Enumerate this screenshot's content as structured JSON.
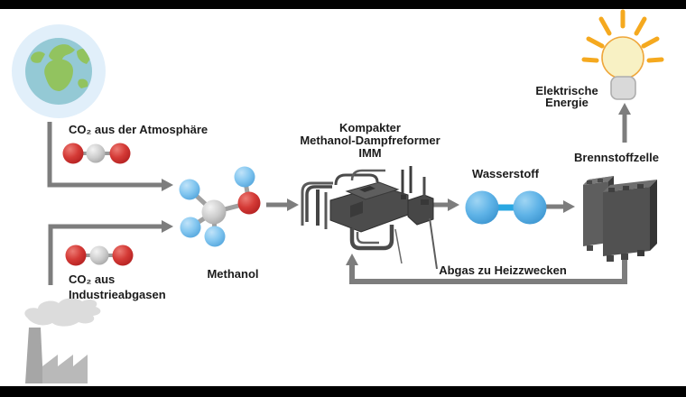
{
  "diagram": {
    "title_implicit": "Methanol-zu-Strom Prozessdiagramm",
    "labels": {
      "co2_atmosphere": "CO₂ aus der Atmosphäre",
      "co2_industry_line1": "CO₂ aus",
      "co2_industry_line2": "Industrieabgasen",
      "methanol": "Methanol",
      "reformer_line1": "Kompakter",
      "reformer_line2": "Methanol-Dampfreformer",
      "reformer_line3": "IMM",
      "hydrogen": "Wasserstoff",
      "fuel_cell": "Brennstoffzelle",
      "electric_line1": "Elektrische",
      "electric_line2": "Energie",
      "exhaust_return": "Abgas zu Heizzwecken"
    },
    "icons": [
      "globe-icon",
      "factory-icon",
      "smoke-icon",
      "co2-molecule-icon",
      "methanol-molecule-icon",
      "hydrogen-molecule-icon",
      "reformer-machine-icon",
      "fuel-cell-stack-icon",
      "light-bulb-icon",
      "flow-arrow-icon"
    ],
    "colors": {
      "background": "#ffffff",
      "letterbox_bar": "#000000",
      "text": "#1b1b1b",
      "arrow_gray": "#7d7d7d",
      "oxygen_red": "#d03434",
      "carbon_gray": "#c9c9c9",
      "hydrogen_light_blue": "#7fc4ef",
      "h2_blue": "#55aee4",
      "h2_bond_blue": "#29a7e2",
      "globe_halo": "#e1effa",
      "globe_ocean": "#94c9d5",
      "globe_land": "#92c35f",
      "bulb_yellow": "#f8f1c4",
      "bulb_ray_orange": "#f5a91f",
      "bulb_base_gray": "#d9d9d9",
      "factory_gray": "#b9b9b9",
      "machine_dark_gray": "#4c4c4c"
    }
  }
}
